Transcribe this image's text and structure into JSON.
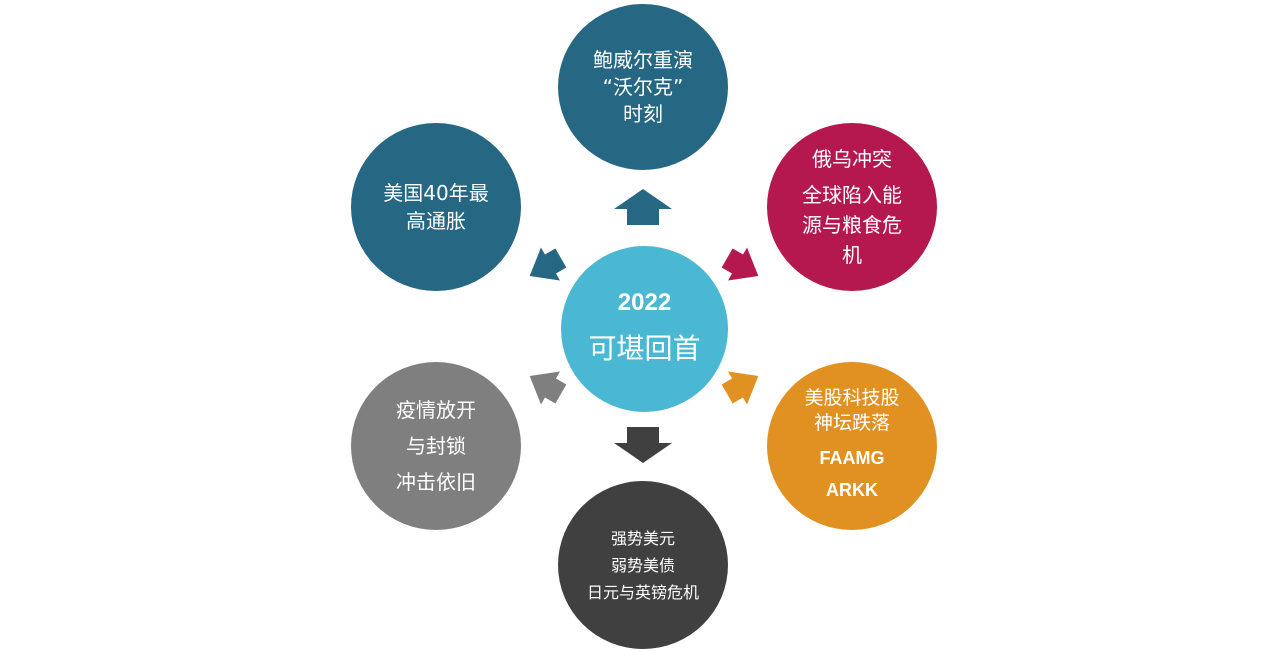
{
  "center": {
    "year": "2022",
    "title": "可堪回首"
  },
  "nodes": {
    "top": {
      "lines": [
        "鲍威尔重演",
        "“沃尔克”",
        "时刻"
      ],
      "color": "#266783"
    },
    "upper_left": {
      "lines": [
        "美国40年最",
        "高通胀"
      ],
      "color": "#266783"
    },
    "upper_right": {
      "lines_a": [
        "俄乌冲突"
      ],
      "lines_b": [
        "全球陷入能",
        "源与粮食危",
        "机"
      ],
      "color": "#b5184f"
    },
    "lower_left": {
      "lines": [
        "疫情放开",
        "与封锁",
        "冲击依旧"
      ],
      "color": "#7f7f7f"
    },
    "lower_right": {
      "lines": [
        "美股科技股",
        "神坛跌落"
      ],
      "tickers": [
        "FAAMG",
        "ARKK"
      ],
      "color": "#e19121"
    },
    "bottom": {
      "lines": [
        "强势美元",
        "弱势美债",
        "日元与英镑危机"
      ],
      "color": "#404040"
    }
  },
  "center_color": "#4bb8d3",
  "arrow_colors": {
    "top": "#266783",
    "upper_left": "#266783",
    "upper_right": "#b5184f",
    "lower_left": "#7f7f7f",
    "lower_right": "#e19121",
    "bottom": "#404040"
  }
}
